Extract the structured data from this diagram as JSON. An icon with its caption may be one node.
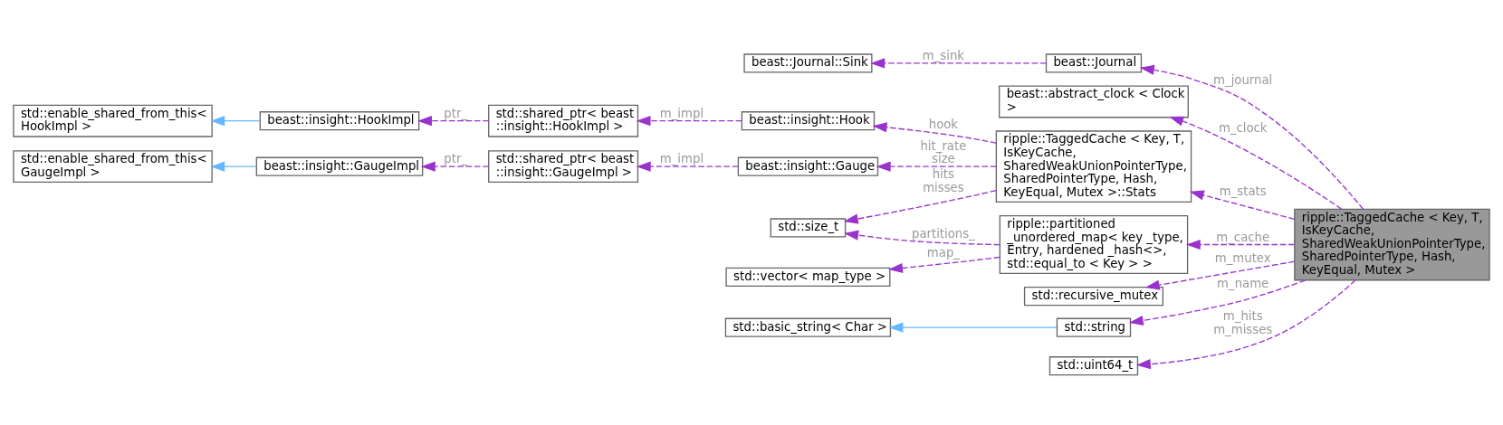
{
  "diagram": {
    "nodes": [
      {
        "text": [
          "beast::Journal::Sink"
        ]
      },
      {
        "text": [
          "beast::Journal"
        ]
      },
      {
        "text": [
          "beast::abstract_clock < Clock >"
        ]
      },
      {
        "text": [
          "std::enable_shared_from_this< HookImpl >"
        ]
      },
      {
        "text": [
          "beast::insight::HookImpl"
        ]
      },
      {
        "text": [
          "std::shared_ptr< beast ::insight::HookImpl >"
        ]
      },
      {
        "text": [
          "beast::insight::Hook"
        ]
      },
      {
        "text": [
          "std::enable_shared_from_this< GaugeImpl >"
        ]
      },
      {
        "text": [
          "beast::insight::GaugeImpl"
        ]
      },
      {
        "text": [
          "std::shared_ptr< beast ::insight::GaugeImpl >"
        ]
      },
      {
        "text": [
          "beast::insight::Gauge"
        ]
      },
      {
        "text": [
          "ripple::TaggedCache < Key, T, IsKeyCache, SharedWeakUnionPointerType, SharedPointerType, Hash, KeyEqual, Mutex >::Stats"
        ]
      },
      {
        "text": [
          "std::size_t"
        ]
      },
      {
        "text": [
          "ripple::partitioned _unordered_map< key _type, Entry, hardened _hash<>, std::equal_to < Key > >"
        ]
      },
      {
        "text": [
          "std::vector< map_type >"
        ]
      },
      {
        "text": [
          "std::recursive_mutex"
        ]
      },
      {
        "text": [
          "std::basic_string< Char >"
        ]
      },
      {
        "text": [
          "std::string"
        ]
      },
      {
        "text": [
          "std::uint64_t"
        ]
      },
      {
        "text": [
          "ripple::TaggedCache < Key, T, IsKeyCache, SharedWeakUnionPointerType, SharedPointerType, Hash, KeyEqual, Mutex >"
        ]
      }
    ],
    "edges": [
      {
        "from": 1,
        "to": 0,
        "arrow": "to",
        "label": "m_sink",
        "style": "dashed"
      },
      {
        "from": 19,
        "to": 1,
        "arrow": "to",
        "label": "m_journal",
        "style": "dashed"
      },
      {
        "from": 19,
        "to": 2,
        "arrow": "to",
        "label": "m_clock",
        "style": "dashed"
      },
      {
        "from": 4,
        "to": 3,
        "arrow": "to",
        "color": "#63b8ff"
      },
      {
        "from": 5,
        "to": 4,
        "arrow": "to",
        "label": "ptr_",
        "style": "dashed"
      },
      {
        "from": 6,
        "to": 5,
        "arrow": "to",
        "label": "m_impl",
        "style": "dashed"
      },
      {
        "from": 11,
        "to": 6,
        "arrow": "to",
        "label": "hook",
        "style": "dashed"
      },
      {
        "from": 8,
        "to": 7,
        "arrow": "to",
        "color": "#63b8ff"
      },
      {
        "from": 9,
        "to": 8,
        "arrow": "to",
        "label": "ptr_",
        "style": "dashed"
      },
      {
        "from": 10,
        "to": 9,
        "arrow": "to",
        "label": "m_impl",
        "style": "dashed"
      },
      {
        "from": 11,
        "to": 10,
        "arrow": "to",
        "label": "hit_rate size",
        "style": "dashed"
      },
      {
        "from": 11,
        "to": 12,
        "arrow": "to",
        "label": "hits misses",
        "style": "dashed"
      },
      {
        "from": 19,
        "to": 11,
        "arrow": "to",
        "label": "m_stats",
        "style": "dashed"
      },
      {
        "from": 13,
        "to": 12,
        "arrow": "to",
        "label": "partitions_",
        "style": "dashed"
      },
      {
        "from": 13,
        "to": 14,
        "arrow": "to",
        "label": "map_",
        "style": "dashed"
      },
      {
        "from": 19,
        "to": 13,
        "arrow": "to",
        "label": "m_cache",
        "style": "dashed"
      },
      {
        "from": 19,
        "to": 15,
        "arrow": "to",
        "label": "m_mutex",
        "style": "dashed"
      },
      {
        "from": 17,
        "to": 16,
        "arrow": "to",
        "color": "#63b8ff"
      },
      {
        "from": 19,
        "to": 17,
        "arrow": "to",
        "label": "m_name",
        "style": "dashed"
      },
      {
        "from": 19,
        "to": 18,
        "arrow": "to",
        "label": "m_hits m_misses",
        "style": "dashed"
      }
    ]
  }
}
